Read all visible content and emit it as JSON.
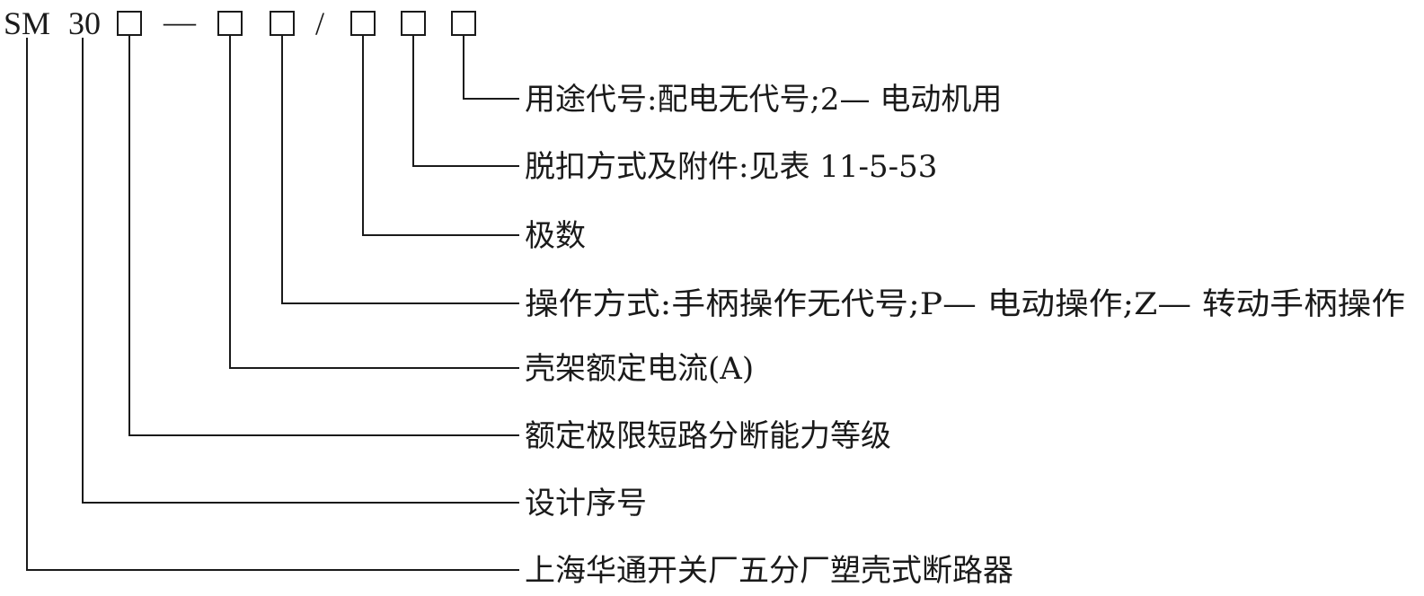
{
  "code": {
    "prefix": "SM",
    "series": "30",
    "dash": "—",
    "slash": "/"
  },
  "labels": [
    "用途代号:配电无代号;2— 电动机用",
    "脱扣方式及附件:见表 11-5-53",
    "极数",
    "操作方式:手柄操作无代号;P— 电动操作;Z— 转动手柄操作",
    "壳架额定电流(A)",
    "额定极限短路分断能力等级",
    "设计序号",
    "上海华通开关厂五分厂塑壳式断路器"
  ]
}
